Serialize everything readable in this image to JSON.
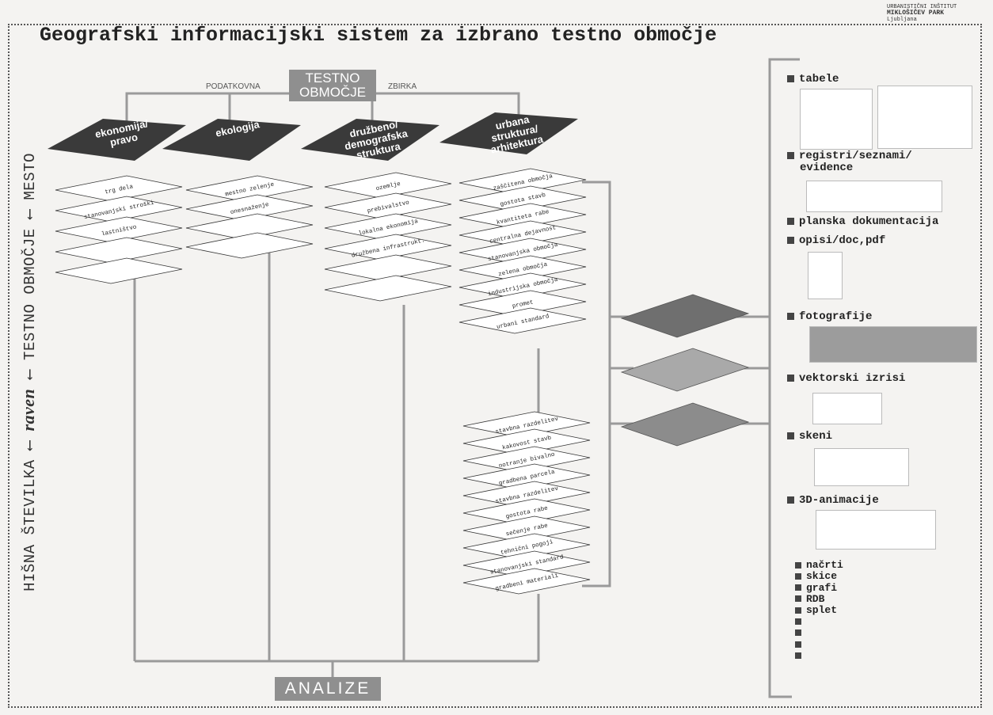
{
  "title": "Geografski informacijski sistem za izbrano testno območje",
  "stamp": {
    "line1": "URBANISTIČNI INŠTITUT",
    "line2": "MIKLOŠIČEV PARK",
    "line3": "Ljubljana"
  },
  "side_label": {
    "part1": "HIŠNA ŠTEVILKA ⟵",
    "part2": "raven",
    "part3": "⟵ TESTNO OBMOČJE ⟵ MESTO"
  },
  "top_box": {
    "line1": "TESTNO",
    "line2": "OBMOČJE"
  },
  "left_label": "PODATKOVNA",
  "right_label": "ZBIRKA",
  "bottom_box": "ANALIZE",
  "categories": [
    {
      "label": "ekonomija/\npravo",
      "layers": [
        "trg dela",
        "stanovanjski stroški",
        "lastništvo",
        "",
        ""
      ]
    },
    {
      "label": "ekologija",
      "layers": [
        "mestno zelenje",
        "onesnaženje",
        "",
        ""
      ]
    },
    {
      "label": "družbeno/\ndemografska\nstruktura",
      "layers": [
        "ozemlje",
        "prebivalstvo",
        "lokalna ekonomija",
        "družbena infrastrukt.",
        "",
        ""
      ]
    },
    {
      "label": "urbana\nstruktura/\narhitektura",
      "layers": [
        "zaščitena območja",
        "gostota stavb",
        "kvantiteta rabe",
        "centralna dejavnost",
        "stanovanjska območja",
        "zelena območja",
        "industrijska območja",
        "promet",
        "urbani standard"
      ]
    }
  ],
  "analysis_layers": [
    "stavbna razdelitev",
    "kakovost stavb",
    "notranje bivalno",
    "gradbena parcela",
    "stavbna razdelitev",
    "gostota rabe",
    "sečenje rabe",
    "tehnični pogoji",
    "stanovanjski standard",
    "gradbeni materiali"
  ],
  "resources": [
    {
      "name": "tabele"
    },
    {
      "name": "registri/seznami/",
      "name2": "evidence"
    },
    {
      "name": "planska dokumentacija"
    },
    {
      "name": "opisi/doc,pdf"
    },
    {
      "name": "fotografije"
    },
    {
      "name": "vektorski izrisi"
    },
    {
      "name": "skeni"
    },
    {
      "name": "3D-animacije"
    }
  ],
  "extra_list": [
    "načrti",
    "skice",
    "grafi",
    "RDB",
    "splet",
    "",
    "",
    "",
    ""
  ]
}
